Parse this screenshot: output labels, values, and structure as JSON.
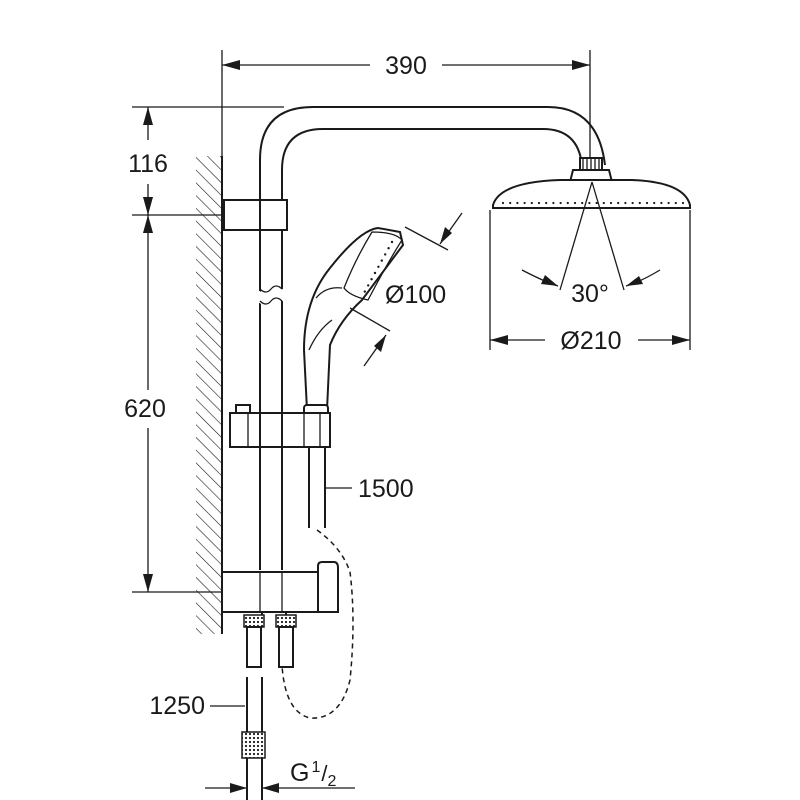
{
  "dimensions": {
    "width_total": "390",
    "top_offset": "116",
    "rail_height": "620",
    "hand_shower_diameter": "Ø100",
    "head_angle": "30°",
    "head_diameter": "Ø210",
    "hose_length": "1500",
    "bottom_pipe_length": "1250",
    "thread_main": "G",
    "thread_num": "1",
    "thread_den": "2"
  }
}
